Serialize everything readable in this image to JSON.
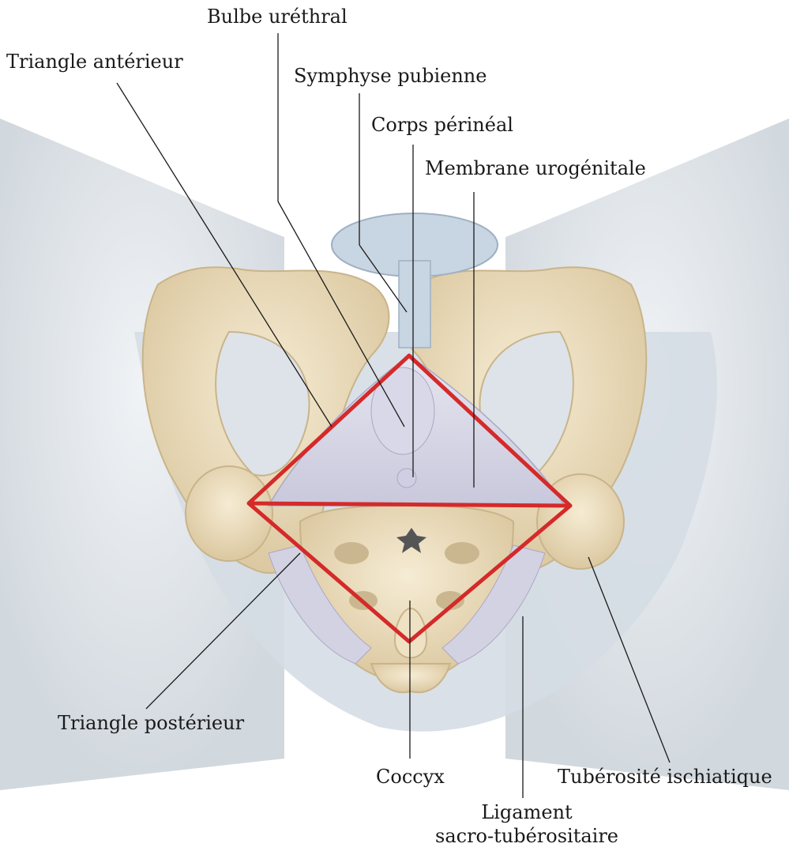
{
  "labels": {
    "bulbe": "Bulbe uréthral",
    "triangle_anterieur": "Triangle antérieur",
    "symphyse": "Symphyse pubienne",
    "corps_perineal": "Corps périnéal",
    "membrane": "Membrane urogénitale",
    "triangle_posterieur": "Triangle postérieur",
    "coccyx": "Coccyx",
    "tuberosite": "Tubérosité ischiatique",
    "ligament_line1": "Ligament",
    "ligament_line2": "sacro-tubérositaire"
  },
  "colors": {
    "bone": "#efe2c4",
    "bone_shadow": "#d6c299",
    "skin": "#dde3e8",
    "membrane": "#d8d7e6",
    "triangle": "#d42a2a",
    "leader": "#1a1a1a"
  }
}
